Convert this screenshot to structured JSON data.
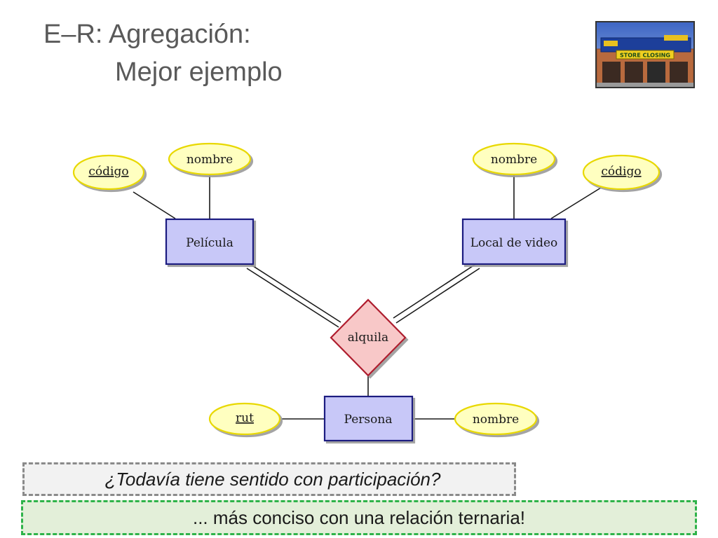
{
  "title": {
    "line1": "E–R: Agregación:",
    "line2": "Mejor ejemplo"
  },
  "image": {
    "sign_text": "STORE CLOSING"
  },
  "diagram": {
    "entities": {
      "pelicula": "Película",
      "local": "Local de video",
      "persona": "Persona"
    },
    "relationship": "alquila",
    "attributes": {
      "pelicula_codigo": "código",
      "pelicula_nombre": "nombre",
      "local_nombre": "nombre",
      "local_codigo": "código",
      "persona_rut": "rut",
      "persona_nombre": "nombre"
    }
  },
  "notes": {
    "question": "¿Todavía tiene sentido con participación?",
    "answer": "... más conciso con una relación ternaria!"
  },
  "colors": {
    "entity_fill": "#c8c8f8",
    "entity_border": "#1a1a80",
    "attribute_fill": "#ffffc0",
    "attribute_border": "#e8d800",
    "relationship_fill": "#f8c8c8",
    "relationship_border": "#b01e2e",
    "note_gray_border": "#8a8a8a",
    "note_green_border": "#2fb34a"
  }
}
